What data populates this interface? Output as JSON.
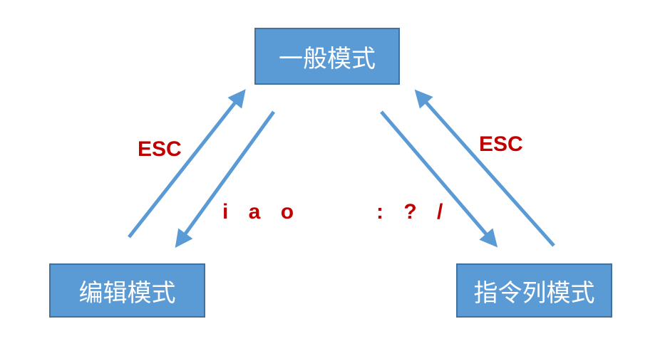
{
  "nodes": {
    "general": "一般模式",
    "edit": "编辑模式",
    "command": "指令列模式"
  },
  "labels": {
    "esc_left": "ESC",
    "esc_right": "ESC",
    "insert_keys": "i a o",
    "command_keys": ": ? /"
  },
  "colors": {
    "node_fill": "#5b9bd5",
    "node_border": "#41719c",
    "arrow": "#5b9bd5",
    "label_text": "#c00000"
  }
}
